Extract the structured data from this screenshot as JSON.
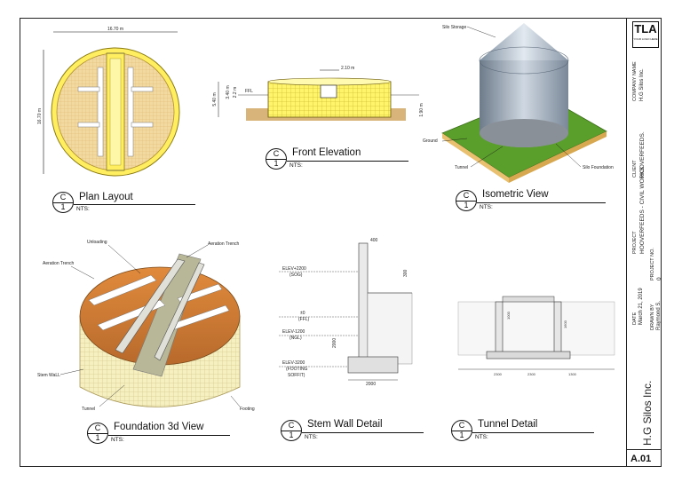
{
  "sheet": {
    "company": "H.G Silos Inc.",
    "sheet_number": "A.01",
    "logo_text": "TLA",
    "logo_sub": "YOUR LOGO HERE",
    "titleblock": {
      "company_name_label": "COMPANY NAME",
      "company_name": "H.G Silos Inc.",
      "client_label": "CLIENT",
      "client": "HOOVERFEEDS.",
      "project_label": "PROJECT",
      "project": "HOOVERFEEDS - CIVIL WORKS",
      "project_no_label": "PROJECT NO.",
      "project_no": "0",
      "date_label": "DATE",
      "date": "March 21, 2019",
      "drawn_by_label": "DRAWN BY",
      "drawn_by": "Raymond S."
    }
  },
  "views": [
    {
      "letter": "C",
      "num": "1",
      "title": "Plan Layout",
      "nts": "NTS:"
    },
    {
      "letter": "C",
      "num": "1",
      "title": "Front Elevation",
      "nts": "NTS:"
    },
    {
      "letter": "C",
      "num": "1",
      "title": "Isometric View",
      "nts": "NTS:"
    },
    {
      "letter": "C",
      "num": "1",
      "title": "Foundation 3d View",
      "nts": "NTS:"
    },
    {
      "letter": "C",
      "num": "1",
      "title": "Stem Wall Detail",
      "nts": "NTS:"
    },
    {
      "letter": "C",
      "num": "1",
      "title": "Tunnel Detail",
      "nts": "NTS:"
    }
  ],
  "plan": {
    "dim_top": "16.70 m",
    "dim_side": "16.70 m"
  },
  "elevation": {
    "dim_top": "2.10 m",
    "dim_a": "3.40 m",
    "dim_b": "2.2 m",
    "dim_c": "5.40 m",
    "ffl": "FFL",
    "dim_right": "1.90 m"
  },
  "iso": {
    "silo_storage": "Silo Storage",
    "ground": "Ground",
    "tunnel": "Tunnel",
    "silo_foundation": "Silo Foundation"
  },
  "found3d": {
    "unloading": "Unloading",
    "aeration_a": "Aeration Trench",
    "aeration_b": "Aeration Trench",
    "stem_wall": "Stem WaLL",
    "tunnel": "Tunnel",
    "footing": "Footing"
  },
  "stemwall": {
    "elev1": "ELEV+2200",
    "elev1b": "(SOG)",
    "elev2": "±0",
    "elev2b": "(FFL)",
    "elev3": "ELEV-1200",
    "elev3b": "(NGL)",
    "elev4": "ELEV-3200",
    "elev4b": "(FOOTING",
    "elev4c": "SOFFIT)",
    "dim_top": "400",
    "dim_left": "2000",
    "dim_mid": "300",
    "dim_bottom": "2000"
  },
  "tunnel": {
    "dim_a": "2300",
    "dim_b": "1000",
    "dim_c": "1600",
    "dim_d": "2300",
    "dim_e": "1300"
  }
}
